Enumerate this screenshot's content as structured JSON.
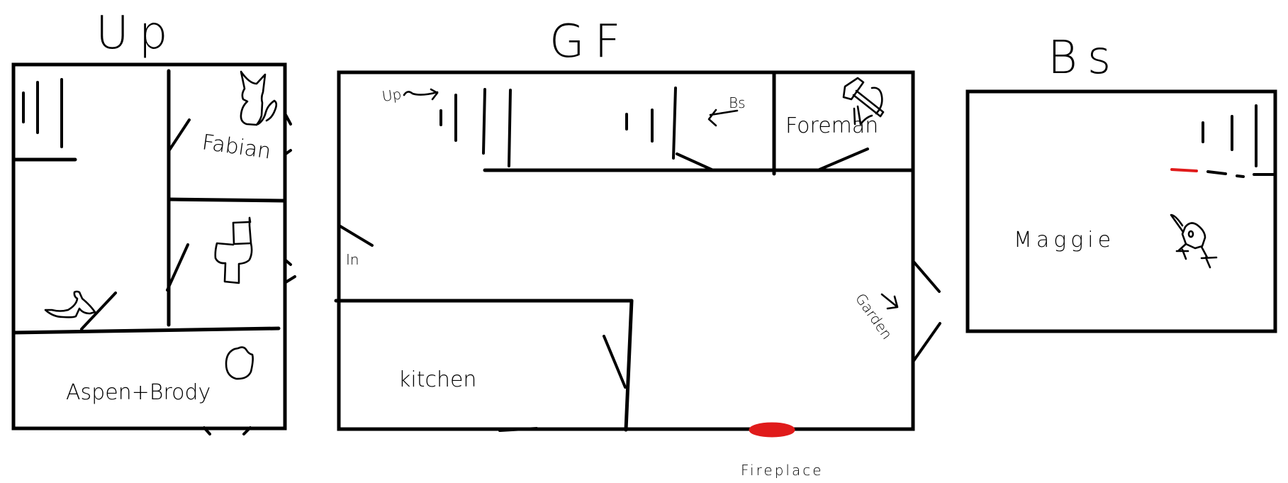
{
  "diagram": {
    "type": "floor-plan",
    "style": "hand-drawn sketch",
    "colors": {
      "ink": "#000000",
      "accent": "#e01b1b",
      "background": "#ffffff"
    },
    "floors": [
      {
        "id": "up",
        "title": "Up",
        "rooms": [
          {
            "id": "stairs-room",
            "label": "",
            "icon": "stairs-icon"
          },
          {
            "id": "landing",
            "label": "",
            "icon": "person-sitting-icon"
          },
          {
            "id": "fabian-room",
            "label": "Fabian",
            "icon": "cat-icon"
          },
          {
            "id": "bathroom",
            "label": "",
            "icon": "toilet-icon"
          },
          {
            "id": "aspen-brody-room",
            "label": "Aspen+Brody",
            "icon": "heart-icon"
          }
        ]
      },
      {
        "id": "gf",
        "title": "GF",
        "annotations": {
          "up_arrow": "Up",
          "bs_arrow": "Bs",
          "entrance": "In",
          "garden": "Garden",
          "fireplace": "Fireplace"
        },
        "rooms": [
          {
            "id": "hall-stairs",
            "label": "",
            "icon": "stairs-icon"
          },
          {
            "id": "foreman-room",
            "label": "Foreman",
            "icon": "hammer-sickle-icon"
          },
          {
            "id": "living-area",
            "label": ""
          },
          {
            "id": "kitchen",
            "label": "kitchen"
          }
        ]
      },
      {
        "id": "bs",
        "title": "Bs",
        "rooms": [
          {
            "id": "basement",
            "label": "Maggie",
            "icon": "bird-icon"
          },
          {
            "id": "basement-stairs",
            "label": "",
            "icon": "stairs-icon"
          }
        ]
      }
    ]
  }
}
